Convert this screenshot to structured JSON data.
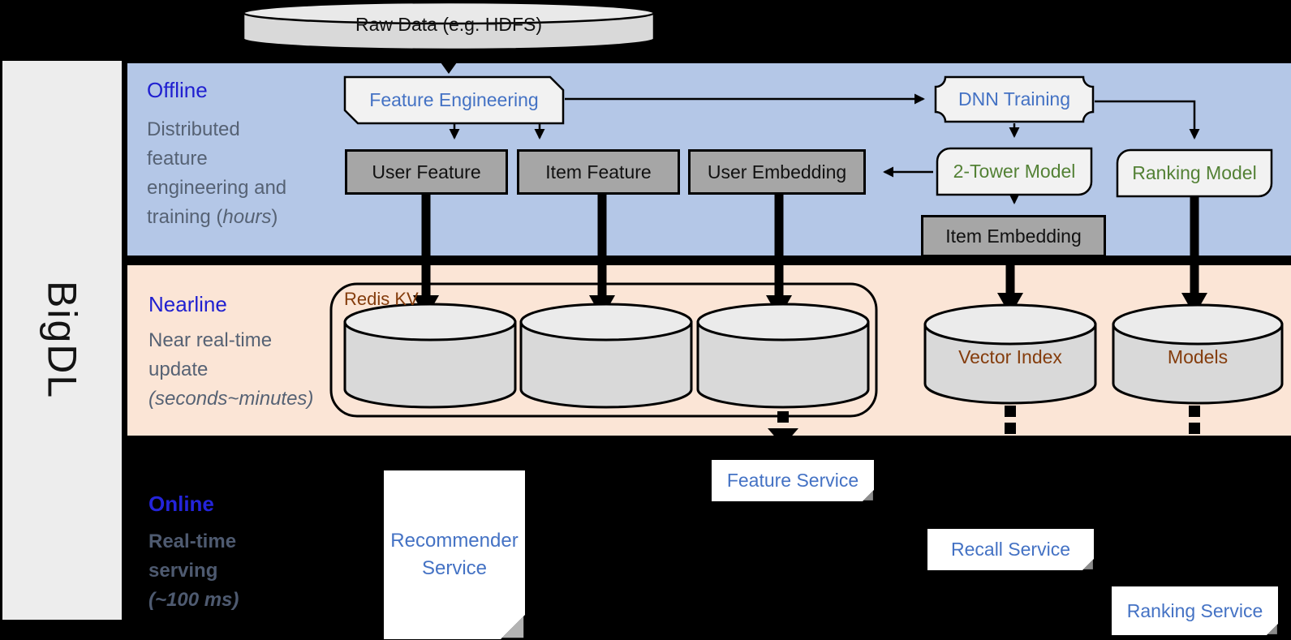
{
  "colors": {
    "offline_band": "#b4c7e7",
    "nearline_band": "#fbe5d6",
    "node_gray": "#a6a6a6",
    "node_light": "#f2f2f2",
    "accent_blue": "#4472c4",
    "accent_green": "#538135",
    "accent_brown": "#843c0c",
    "section_title_blue": "#2020d0",
    "background": "#000000"
  },
  "brand": "BigDL",
  "source": "Raw Data (e.g. HDFS)",
  "offline": {
    "title": "Offline",
    "desc": [
      "Distributed",
      "feature",
      "engineering and"
    ],
    "desc_last_prefix": "training (",
    "desc_last_italic": "hours",
    "desc_last_suffix": ")",
    "feature_engineering": "Feature Engineering",
    "dnn_training": "DNN Training",
    "user_feature": "User Feature",
    "item_feature": "Item Feature",
    "user_embedding": "User Embedding",
    "two_tower_model": "2-Tower Model",
    "ranking_model": "Ranking Model",
    "item_embedding": "Item Embedding"
  },
  "nearline": {
    "title": "Nearline",
    "desc": [
      "Near real-time",
      "update"
    ],
    "desc_italic": "(seconds~minutes)",
    "redis": "Redis KV",
    "vector_index": "Vector Index",
    "models": "Models"
  },
  "online": {
    "title": "Online",
    "desc": [
      "Real-time",
      "serving"
    ],
    "desc_italic": "(~100 ms)",
    "recommender_service": "Recommender Service",
    "feature_service": "Feature Service",
    "recall_service": "Recall Service",
    "ranking_service": "Ranking Service"
  }
}
